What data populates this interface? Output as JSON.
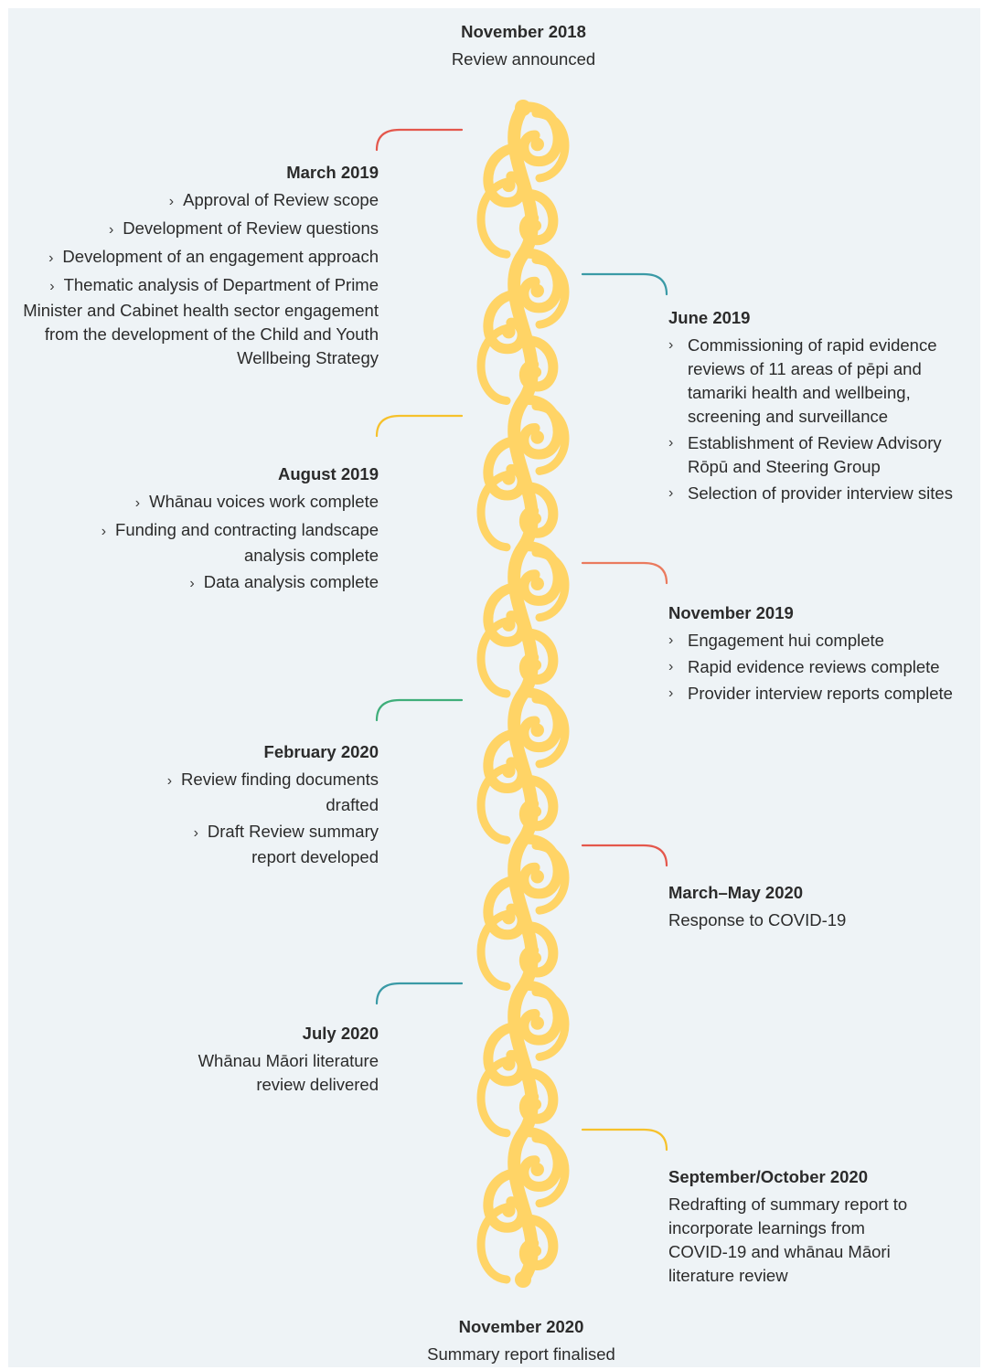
{
  "colors": {
    "background": "#eef3f6",
    "koru": "#ffd466",
    "red": "#e4574c",
    "teal": "#3a9aa6",
    "coral": "#ea7a5e",
    "yellow": "#f6c12b",
    "green": "#3fae7a"
  },
  "bullet_icon": "chevron-right-icon",
  "top": {
    "date": "November 2018",
    "desc": "Review announced"
  },
  "bottom": {
    "date": "November 2020",
    "desc": "Summary report finalised"
  },
  "milestones": [
    {
      "side": "left",
      "connector_color": "#e4574c",
      "date": "March 2019",
      "items": [
        "Approval of Review scope",
        "Development of Review questions",
        "Development of an engagement approach",
        "Thematic analysis of Department of Prime Minister and Cabinet health sector engagement from the development of the Child and Youth Wellbeing Strategy"
      ]
    },
    {
      "side": "right",
      "connector_color": "#3a9aa6",
      "date": "June 2019",
      "items": [
        "Commissioning of rapid evidence reviews of 11 areas of pēpi and tamariki health and wellbeing, screening and surveillance",
        "Establishment of Review Advisory Rōpū and Steering Group",
        "Selection of provider interview sites"
      ]
    },
    {
      "side": "left",
      "connector_color": "#f6c12b",
      "date": "August 2019",
      "items": [
        "Whānau voices work complete",
        "Funding and contracting landscape analysis complete",
        "Data analysis complete"
      ]
    },
    {
      "side": "right",
      "connector_color": "#ea7a5e",
      "date": "November 2019",
      "items": [
        "Engagement hui complete",
        "Rapid evidence reviews complete",
        "Provider interview reports complete"
      ]
    },
    {
      "side": "left",
      "connector_color": "#3fae7a",
      "date": "February 2020",
      "items": [
        "Review finding documents drafted",
        "Draft Review summary report developed"
      ]
    },
    {
      "side": "right",
      "connector_color": "#e4574c",
      "date": "March–May 2020",
      "desc": "Response to COVID-19"
    },
    {
      "side": "left",
      "connector_color": "#3a9aa6",
      "date": "July 2020",
      "desc": "Whānau Māori literature review delivered"
    },
    {
      "side": "right",
      "connector_color": "#f6c12b",
      "date": "September/October 2020",
      "desc": "Redrafting of summary report to incorporate learnings from COVID-19 and whānau Māori literature review"
    }
  ]
}
